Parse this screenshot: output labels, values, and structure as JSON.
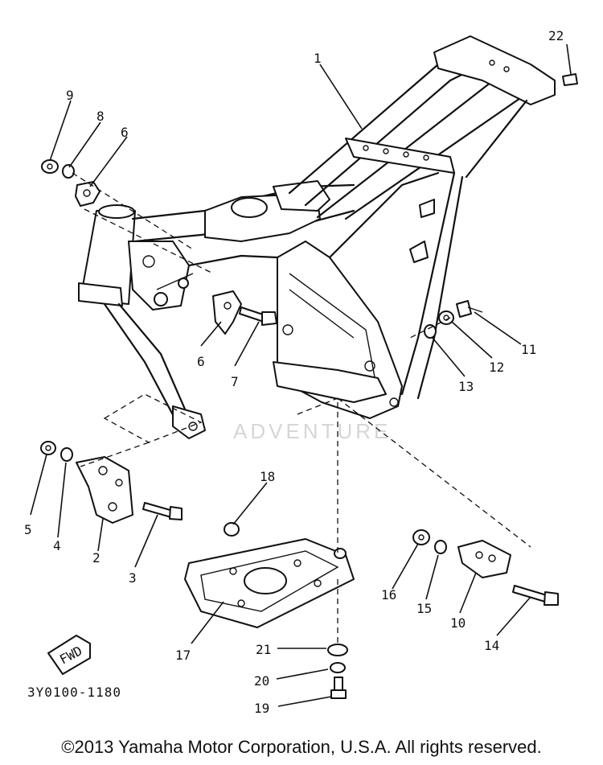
{
  "diagram": {
    "callouts": [
      "1",
      "2",
      "3",
      "4",
      "5",
      "6",
      "6",
      "7",
      "8",
      "9",
      "10",
      "11",
      "12",
      "13",
      "14",
      "15",
      "16",
      "17",
      "18",
      "19",
      "20",
      "21",
      "22"
    ],
    "part_code": "3Y0100-1180",
    "fwd_label": "FWD",
    "watermark": "ADVENTURE"
  },
  "footer": {
    "copyright": "©2013 Yamaha Motor Corporation, U.S.A. All rights reserved."
  }
}
